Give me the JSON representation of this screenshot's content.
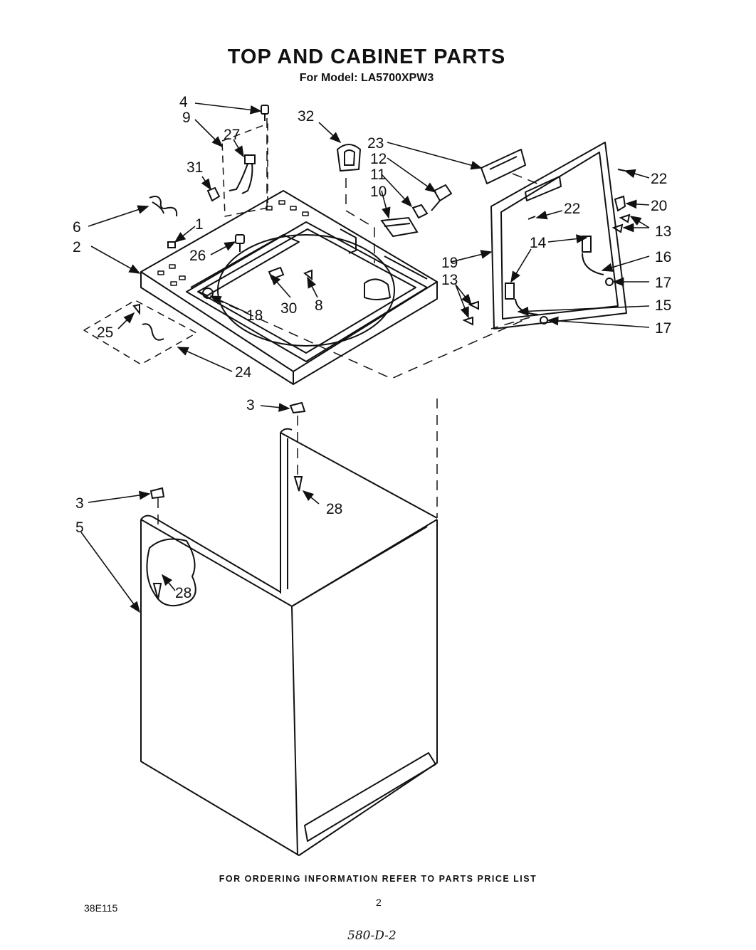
{
  "header": {
    "title": "TOP AND CABINET PARTS",
    "subtitle": "For Model: LA5700XPW3"
  },
  "callouts": [
    "4",
    "9",
    "27",
    "32",
    "23",
    "12",
    "11",
    "10",
    "22",
    "20",
    "13",
    "31",
    "6",
    "1",
    "2",
    "26",
    "14",
    "16",
    "19",
    "17",
    "30",
    "8",
    "18",
    "25",
    "24",
    "15",
    "3",
    "28",
    "5"
  ],
  "footer": {
    "ordering_note": "FOR ORDERING INFORMATION REFER TO PARTS PRICE LIST",
    "document_code": "38E115",
    "page_number": "2",
    "handwritten_note": "580-D-2"
  }
}
